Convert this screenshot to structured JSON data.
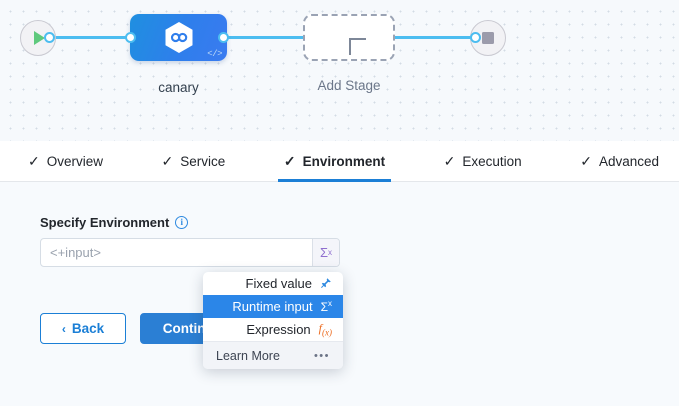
{
  "canvas": {
    "start_node": {
      "icon": "play-icon"
    },
    "end_node": {
      "icon": "stop-icon"
    },
    "stage": {
      "label": "canary",
      "icon": "harness-hexagon-icon",
      "badge": "</>"
    },
    "add_stage": {
      "label": "Add Stage",
      "icon": "plus-icon"
    }
  },
  "tabs": [
    {
      "label": "Overview",
      "check": "✓",
      "active": false
    },
    {
      "label": "Service",
      "check": "✓",
      "active": false
    },
    {
      "label": "Environment",
      "check": "✓",
      "active": true
    },
    {
      "label": "Execution",
      "check": "✓",
      "active": false
    },
    {
      "label": "Advanced",
      "check": "✓",
      "active": false
    }
  ],
  "form": {
    "label": "Specify Environment",
    "info_icon": "info-icon",
    "input": {
      "value": "",
      "placeholder": "<+input>"
    },
    "sigma_button": {
      "glyph": "Σ",
      "sup": "x"
    },
    "back_label": "Back",
    "continue_label": "Continue",
    "back_chevron": "‹"
  },
  "dropdown": {
    "items": [
      {
        "label": "Fixed value",
        "icon": "pin-icon",
        "glyph": "✈",
        "selected": false
      },
      {
        "label": "Runtime input",
        "icon": "sigma-icon",
        "glyph": "Σ",
        "selected": true
      },
      {
        "label": "Expression",
        "icon": "fx-icon",
        "glyph": "fₓ",
        "selected": false
      }
    ],
    "footer": {
      "label": "Learn More",
      "dots": "•••"
    }
  },
  "colors": {
    "accent_blue": "#2b7fd4",
    "connector": "#4cbdf0",
    "selected": "#2b86e8",
    "expression_orange": "#ec6b1f",
    "sigma_purple": "#8f6fcf",
    "play_green": "#5fc97d"
  }
}
